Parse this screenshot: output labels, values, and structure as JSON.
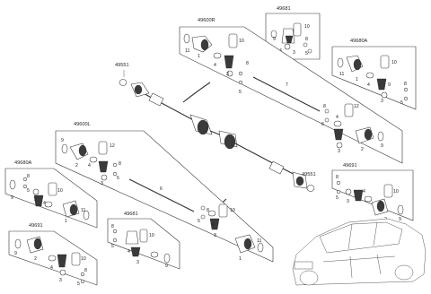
{
  "diagram": {
    "assemblies": {
      "rear_right": "49600R",
      "rear_left": "49600L",
      "top_box": "49681",
      "right_box_a": "49680A",
      "right_box_b": "49691",
      "left_box_a": "49680A",
      "left_box_b": "49691",
      "left_box_c": "49681",
      "left_nut": "49551",
      "right_nut": "49551"
    },
    "callouts": [
      "1",
      "2",
      "3",
      "4",
      "5",
      "6",
      "7",
      "8",
      "9",
      "10",
      "11",
      "12"
    ]
  }
}
